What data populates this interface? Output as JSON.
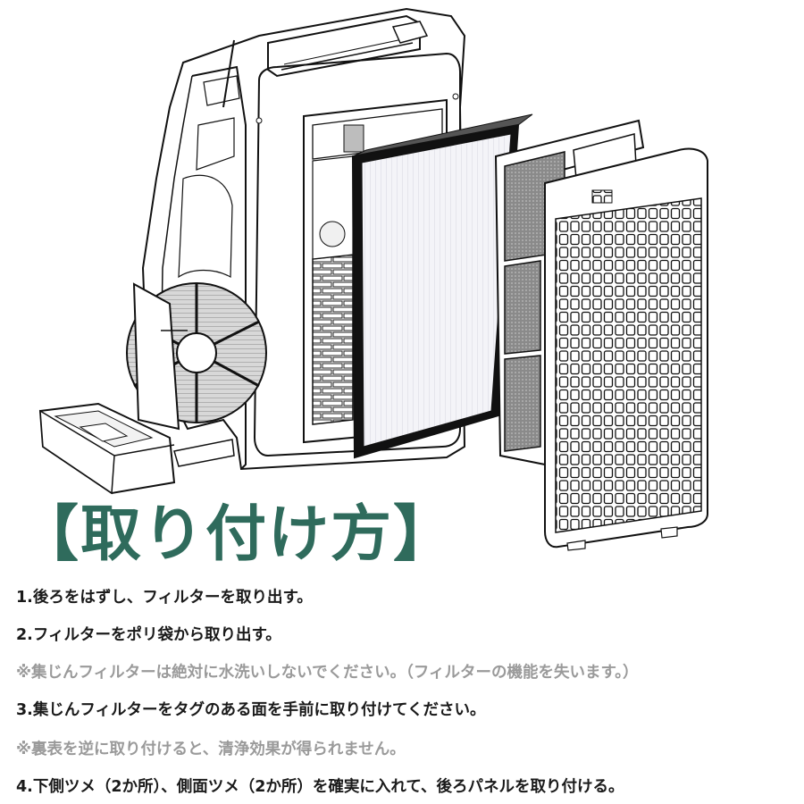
{
  "title": "【取り付け方】",
  "steps": [
    {
      "text": "1.後ろをはずし、フィルターを取り出す。",
      "type": "main"
    },
    {
      "text": "2.フィルターをポリ袋から取り出す。",
      "type": "main"
    },
    {
      "text": "※集じんフィルターは絶対に水洗いしないでください。（フィルターの機能を失います。）",
      "type": "note"
    },
    {
      "text": "3.集じんフィルターをタグのある面を手前に取り付けてください。",
      "type": "main"
    },
    {
      "text": "※裏表を逆に取り付けると、清浄効果が得られません。",
      "type": "note"
    },
    {
      "text": "4.下側ツメ（2か所）、側面ツメ（2か所）を確実に入れて、後ろパネルを取り付ける。",
      "type": "main"
    }
  ],
  "colors": {
    "title": "#2f6b5c",
    "main_text": "#1a1a1a",
    "note_text": "#9a9a9a"
  }
}
